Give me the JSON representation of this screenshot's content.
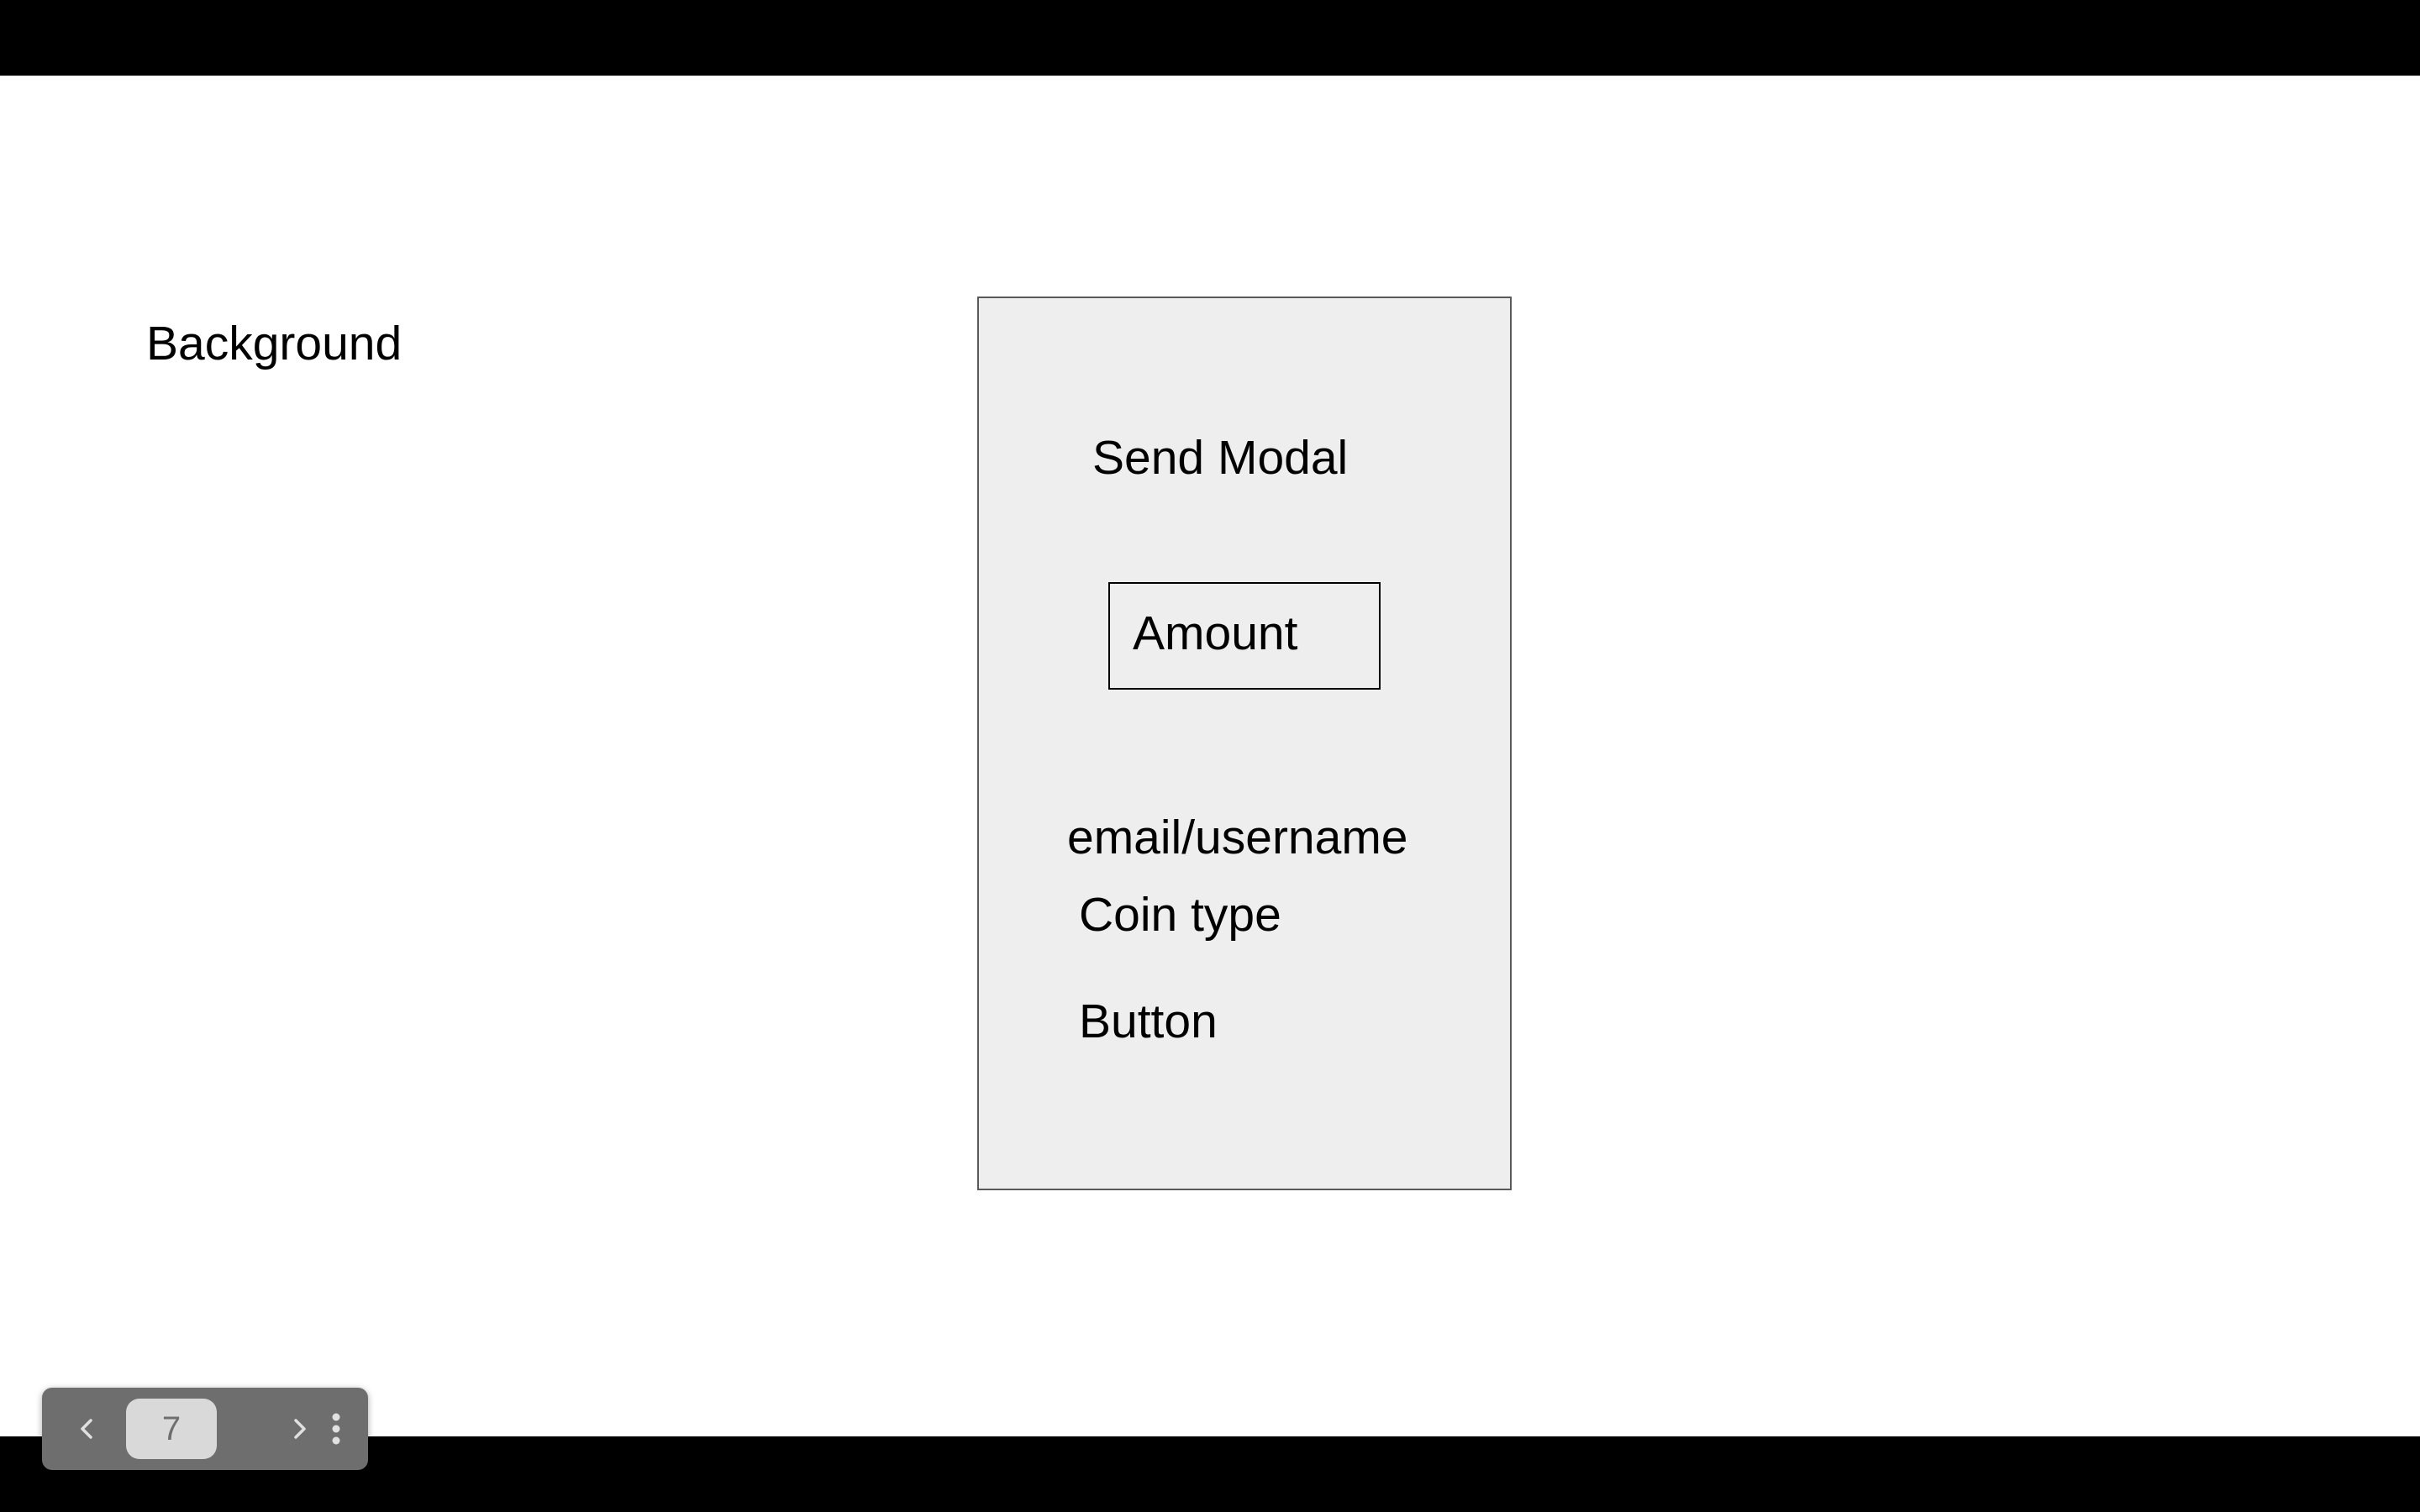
{
  "slide": {
    "background_label": "Background",
    "modal": {
      "title": "Send Modal",
      "amount_label": "Amount",
      "email_label": "email/username",
      "coin_label": "Coin type",
      "button_label": "Button"
    }
  },
  "pager": {
    "page_number": "7",
    "prev_icon": "chevron-left-icon",
    "next_icon": "chevron-right-icon",
    "more_icon": "more-vertical-icon"
  },
  "colors": {
    "letterbox": "#000000",
    "slide_background": "#ffffff",
    "modal_fill": "#eeeeee",
    "modal_border": "#595959",
    "pager_background": "#6e6e6e",
    "pager_page_chip": "#d9d9d9"
  }
}
